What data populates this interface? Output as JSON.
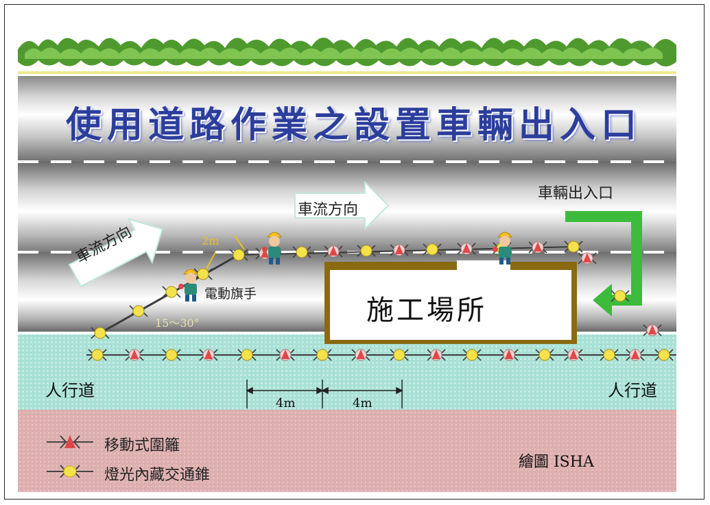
{
  "title": "使用道路作業之設置車輛出入口",
  "flow_direction_upper": "車流方向",
  "flow_direction_lower": "車流方向",
  "vehicle_entrance": "車輛出入口",
  "work_site": "施工場所",
  "electric_flagger": "電動旗手",
  "spacing_2m": "2m",
  "angle_label": "15～30°",
  "sidewalk_left": "人行道",
  "sidewalk_right": "人行道",
  "dimension_left": "4m",
  "dimension_right": "4m",
  "legend": {
    "barrier": "移動式圍籬",
    "cone": "燈光內藏交通錐"
  },
  "credit": "繪圖  ISHA",
  "colors": {
    "title": "#2c3e9c",
    "arrow_green": "#3dbb3d",
    "sidewalk": "#a8e0d4",
    "ground": "#e0b0b0",
    "cone_yellow": "#f4e24a",
    "barrier_red": "#e04848",
    "site_border": "#8a6a10"
  }
}
